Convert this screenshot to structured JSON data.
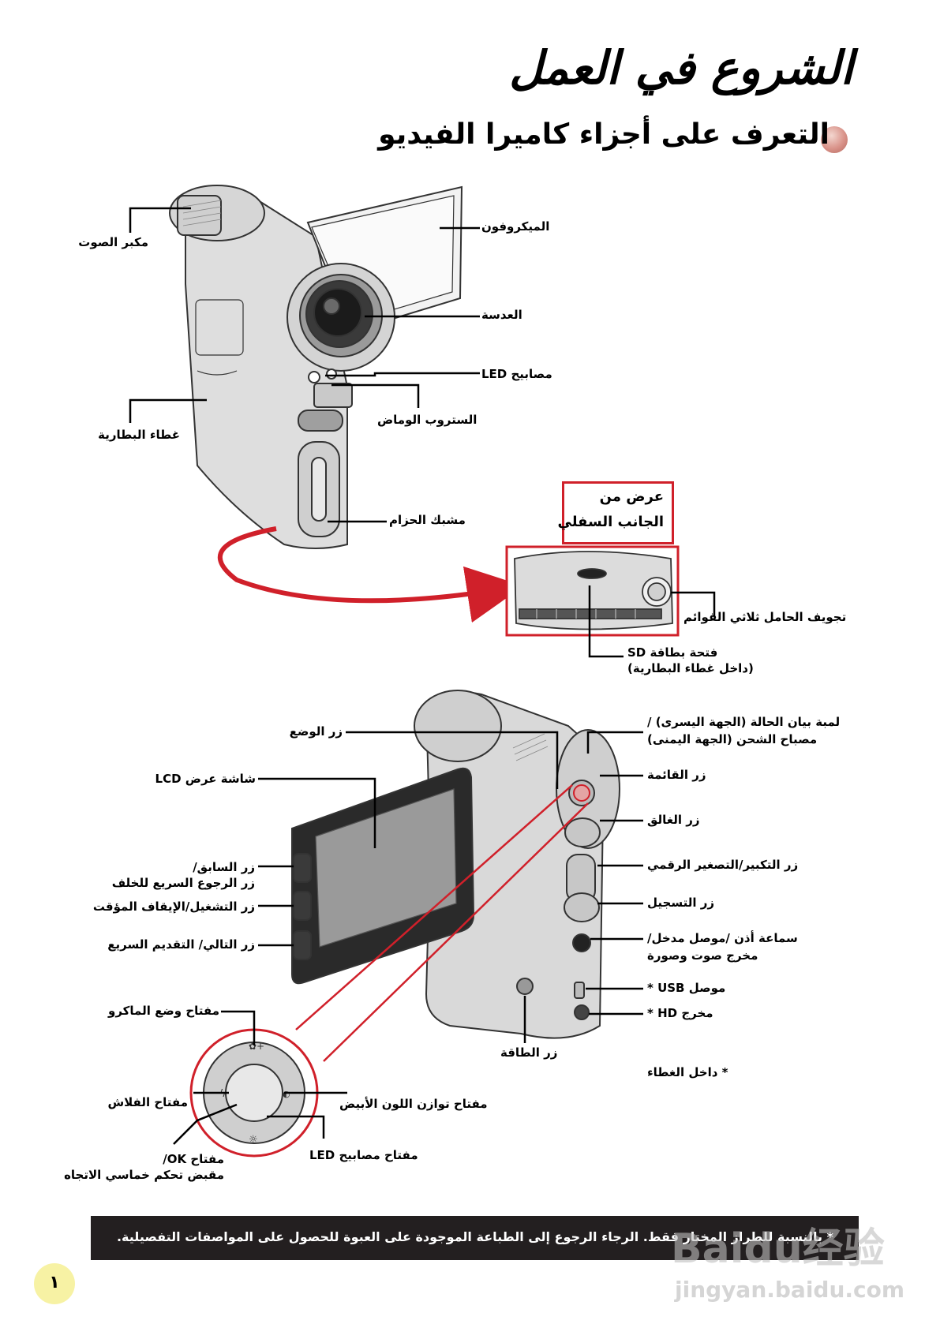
{
  "header": {
    "title": "الشروع في العمل",
    "subtitle": "التعرف على أجزاء كاميرا الفيديو"
  },
  "top_labels": {
    "speaker": "مكبر الصوت",
    "microphone": "الميكروفون",
    "lens": "العدسة",
    "led": "مصابيح LED",
    "strobe": "الستروب الوماض",
    "battery_cover": "غطاء البطارية",
    "strap_hook": "مشبك الحزام",
    "bottom_view_line1": "عرض من",
    "bottom_view_line2": "الجانب السفلي",
    "tripod": "تجويف الحامل ثلاثي القوائم",
    "sd_line1": "فتحة بطاقة SD",
    "sd_line2": "(داخل غطاء البطارية)"
  },
  "bottom_labels": {
    "mode_button": "زر الوضع",
    "lcd": "شاشة عرض LCD",
    "prev_line1": "زر السابق/",
    "prev_line2": "زر الرجوع السريع للخلف",
    "play_pause": "زر التشغيل/الإيقاف المؤقت",
    "next_ff": "زر التالي/ التقديم السريع",
    "macro_switch": "مفتاح وضع الماكرو",
    "flash_switch": "مفتاح الفلاش",
    "ok_line1": "مفتاح OK/",
    "ok_line2": "مقبض تحكم خماسي الاتجاه",
    "wb_switch": "مفتاح توازن اللون الأبيض",
    "led_switch": "مفتاح مصابيح LED",
    "status_line1": "لمبة بيان الحالة (الجهة اليسرى) /",
    "status_line2": "مصباح الشحن (الجهة اليمنى)",
    "menu": "زر القائمة",
    "shutter": "زر الغالق",
    "zoom": "زر التكبير/التصغير الرقمي",
    "record": "زر التسجيل",
    "av_line1": "سماعة أذن /موصل مدخل/",
    "av_line2": "مخرج صوت وصورة",
    "usb": "موصل USB *",
    "hd": "مخرج HD *",
    "power": "زر الطاقة",
    "inside_cover": "* داخل الغطاء"
  },
  "footer": {
    "note": "* بالنسبة للطراز المختار فقط. الرجاء الرجوع إلى الطباعة الموجودة على العبوة للحصول على المواصفات التفصيلية.",
    "page_number": "١"
  },
  "watermark": {
    "brand": "Baidu经验",
    "url": "jingyan.baidu.com"
  },
  "colors": {
    "accent_red": "#d0202a",
    "footer_bg": "#231f20",
    "page_badge": "#f7f2a4"
  }
}
